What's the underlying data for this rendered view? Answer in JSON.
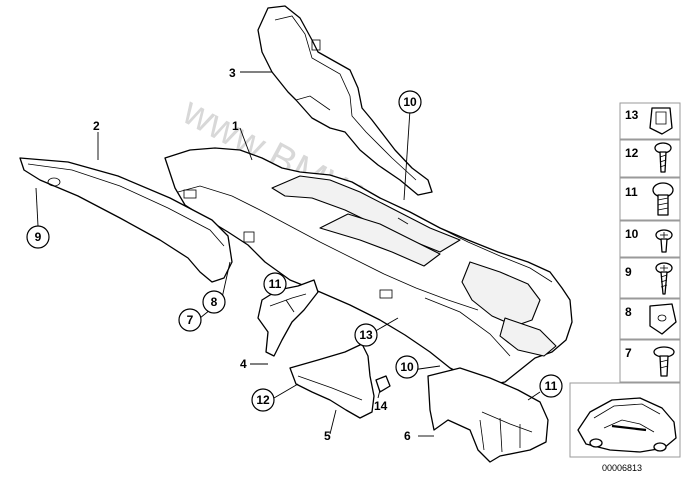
{
  "watermark": "www.BMWstore.pl",
  "diagram_number": "00006813",
  "callouts": {
    "c1": "1",
    "c2": "2",
    "c3": "3",
    "c4": "4",
    "c5": "5",
    "c6": "6",
    "c7": "7",
    "c8": "8",
    "c9": "9",
    "c10a": "10",
    "c10b": "10",
    "c11a": "11",
    "c11b": "11",
    "c12": "12",
    "c13": "13",
    "c14": "14"
  },
  "fastener_legend": [
    {
      "number": "13",
      "icon": "clip-nut-icon"
    },
    {
      "number": "12",
      "icon": "oval-head-screw-icon"
    },
    {
      "number": "11",
      "icon": "hex-bolt-icon"
    },
    {
      "number": "10",
      "icon": "cross-head-screw-icon"
    },
    {
      "number": "9",
      "icon": "self-tapping-screw-icon"
    },
    {
      "number": "8",
      "icon": "spring-nut-icon"
    },
    {
      "number": "7",
      "icon": "expanding-rivet-icon"
    }
  ]
}
